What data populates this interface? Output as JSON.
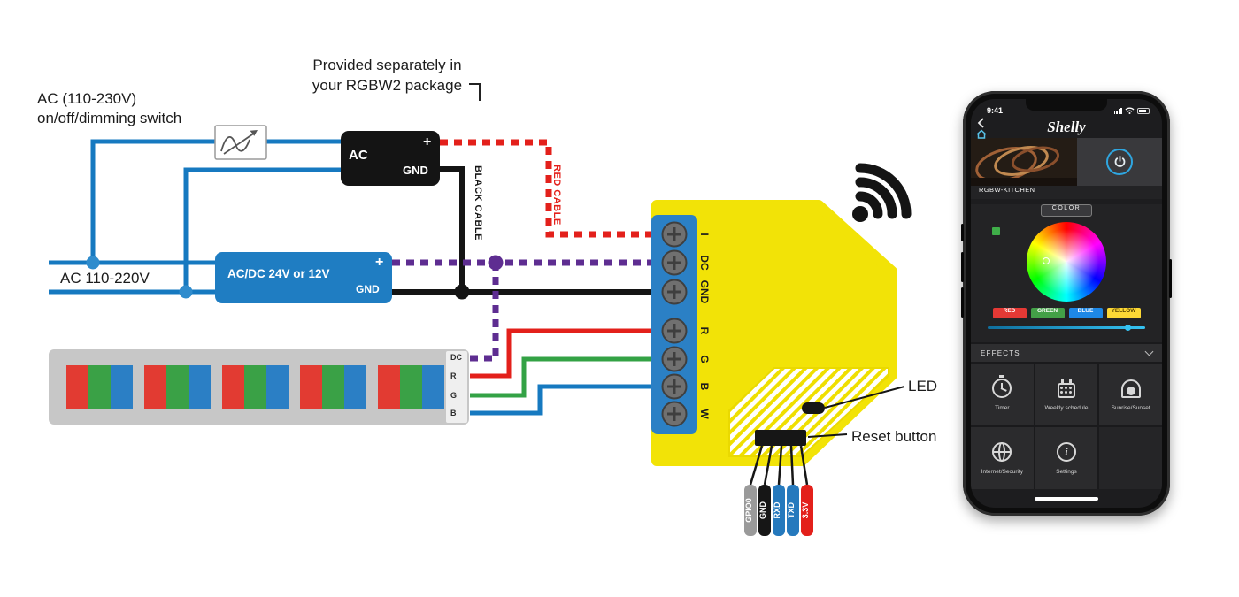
{
  "diagram": {
    "note": {
      "line1": "Provided separately in",
      "line2": "your RGBW2 package"
    },
    "ac_switch_label": {
      "line1": "AC (110-230V)",
      "line2": "on/off/dimming switch"
    },
    "mains_label": "AC 110-220V",
    "cable_labels": {
      "red": "RED CABLE",
      "black": "BLACK CABLE"
    },
    "ac_adapter": {
      "name": "AC",
      "plus": "+",
      "gnd": "GND"
    },
    "converter": {
      "name": "AC/DC 24V or 12V",
      "plus": "+",
      "gnd": "GND"
    },
    "device": {
      "terminals": [
        "I",
        "DC",
        "GND",
        "R",
        "G",
        "B",
        "W"
      ],
      "led_label": "LED",
      "reset_label": "Reset button",
      "body_color": "#f2e307"
    },
    "strip_pins": [
      "DC",
      "R",
      "G",
      "B"
    ],
    "debug_pins": [
      {
        "label": "GPIO0",
        "color": "#9a9a9a"
      },
      {
        "label": "GND",
        "color": "#161616"
      },
      {
        "label": "RXD",
        "color": "#2579bd"
      },
      {
        "label": "TXD",
        "color": "#2579bd"
      },
      {
        "label": "3.3V",
        "color": "#e3201b"
      }
    ],
    "wire_colors": {
      "ac_blue": "#1679c0",
      "dc_plus_purple": "#5e2d91",
      "gnd_black": "#141414",
      "live_red": "#e3201b",
      "green": "#33a245"
    }
  },
  "phone": {
    "status": {
      "time": "9:41"
    },
    "brand": "Shelly",
    "device_name": "RGBW-KITCHEN",
    "color_tab": "COLOR",
    "color_presets": [
      {
        "label": "RED",
        "color": "#e53935"
      },
      {
        "label": "GREEN",
        "color": "#43a047"
      },
      {
        "label": "BLUE",
        "color": "#1e88e5"
      },
      {
        "label": "YELLOW",
        "color": "#fdd835"
      }
    ],
    "effects_label": "EFFECTS",
    "tiles": [
      {
        "label": "Timer"
      },
      {
        "label": "Weekly schedule"
      },
      {
        "label": "Sunrise/Sunset"
      },
      {
        "label": "Internet/Security"
      },
      {
        "label": "Settings"
      }
    ]
  }
}
